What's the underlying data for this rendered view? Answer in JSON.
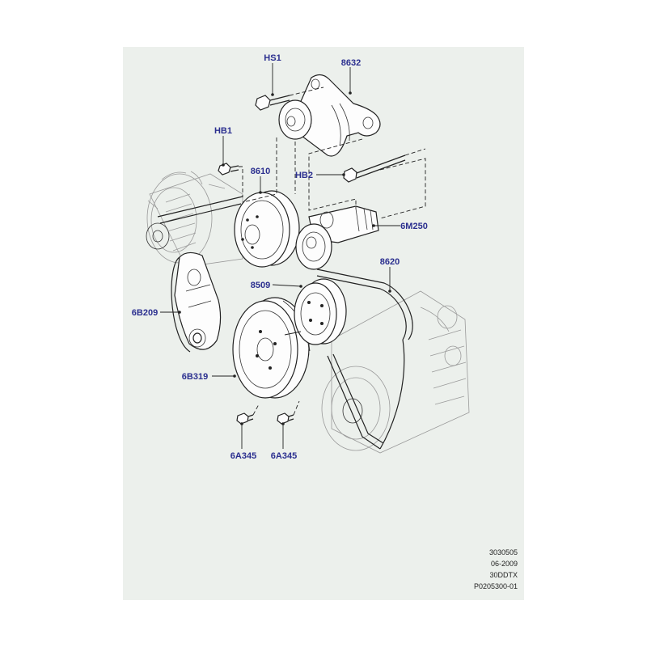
{
  "diagram": {
    "callouts": {
      "hs1": "HS1",
      "p8632": "8632",
      "hb1": "HB1",
      "p8610": "8610",
      "hb2": "HB2",
      "p6m250": "6M250",
      "p8620": "8620",
      "p8509": "8509",
      "p6b209": "6B209",
      "p6b319": "6B319",
      "p6a345_left": "6A345",
      "p6a345_right": "6A345"
    },
    "footer": {
      "code": "3030505",
      "date": "06-2009",
      "model": "30DDTX",
      "ref": "P0205300-01"
    },
    "colors": {
      "background": "#ecf0ec",
      "callout_text": "#2b2f8f",
      "lines": "#222222"
    }
  }
}
